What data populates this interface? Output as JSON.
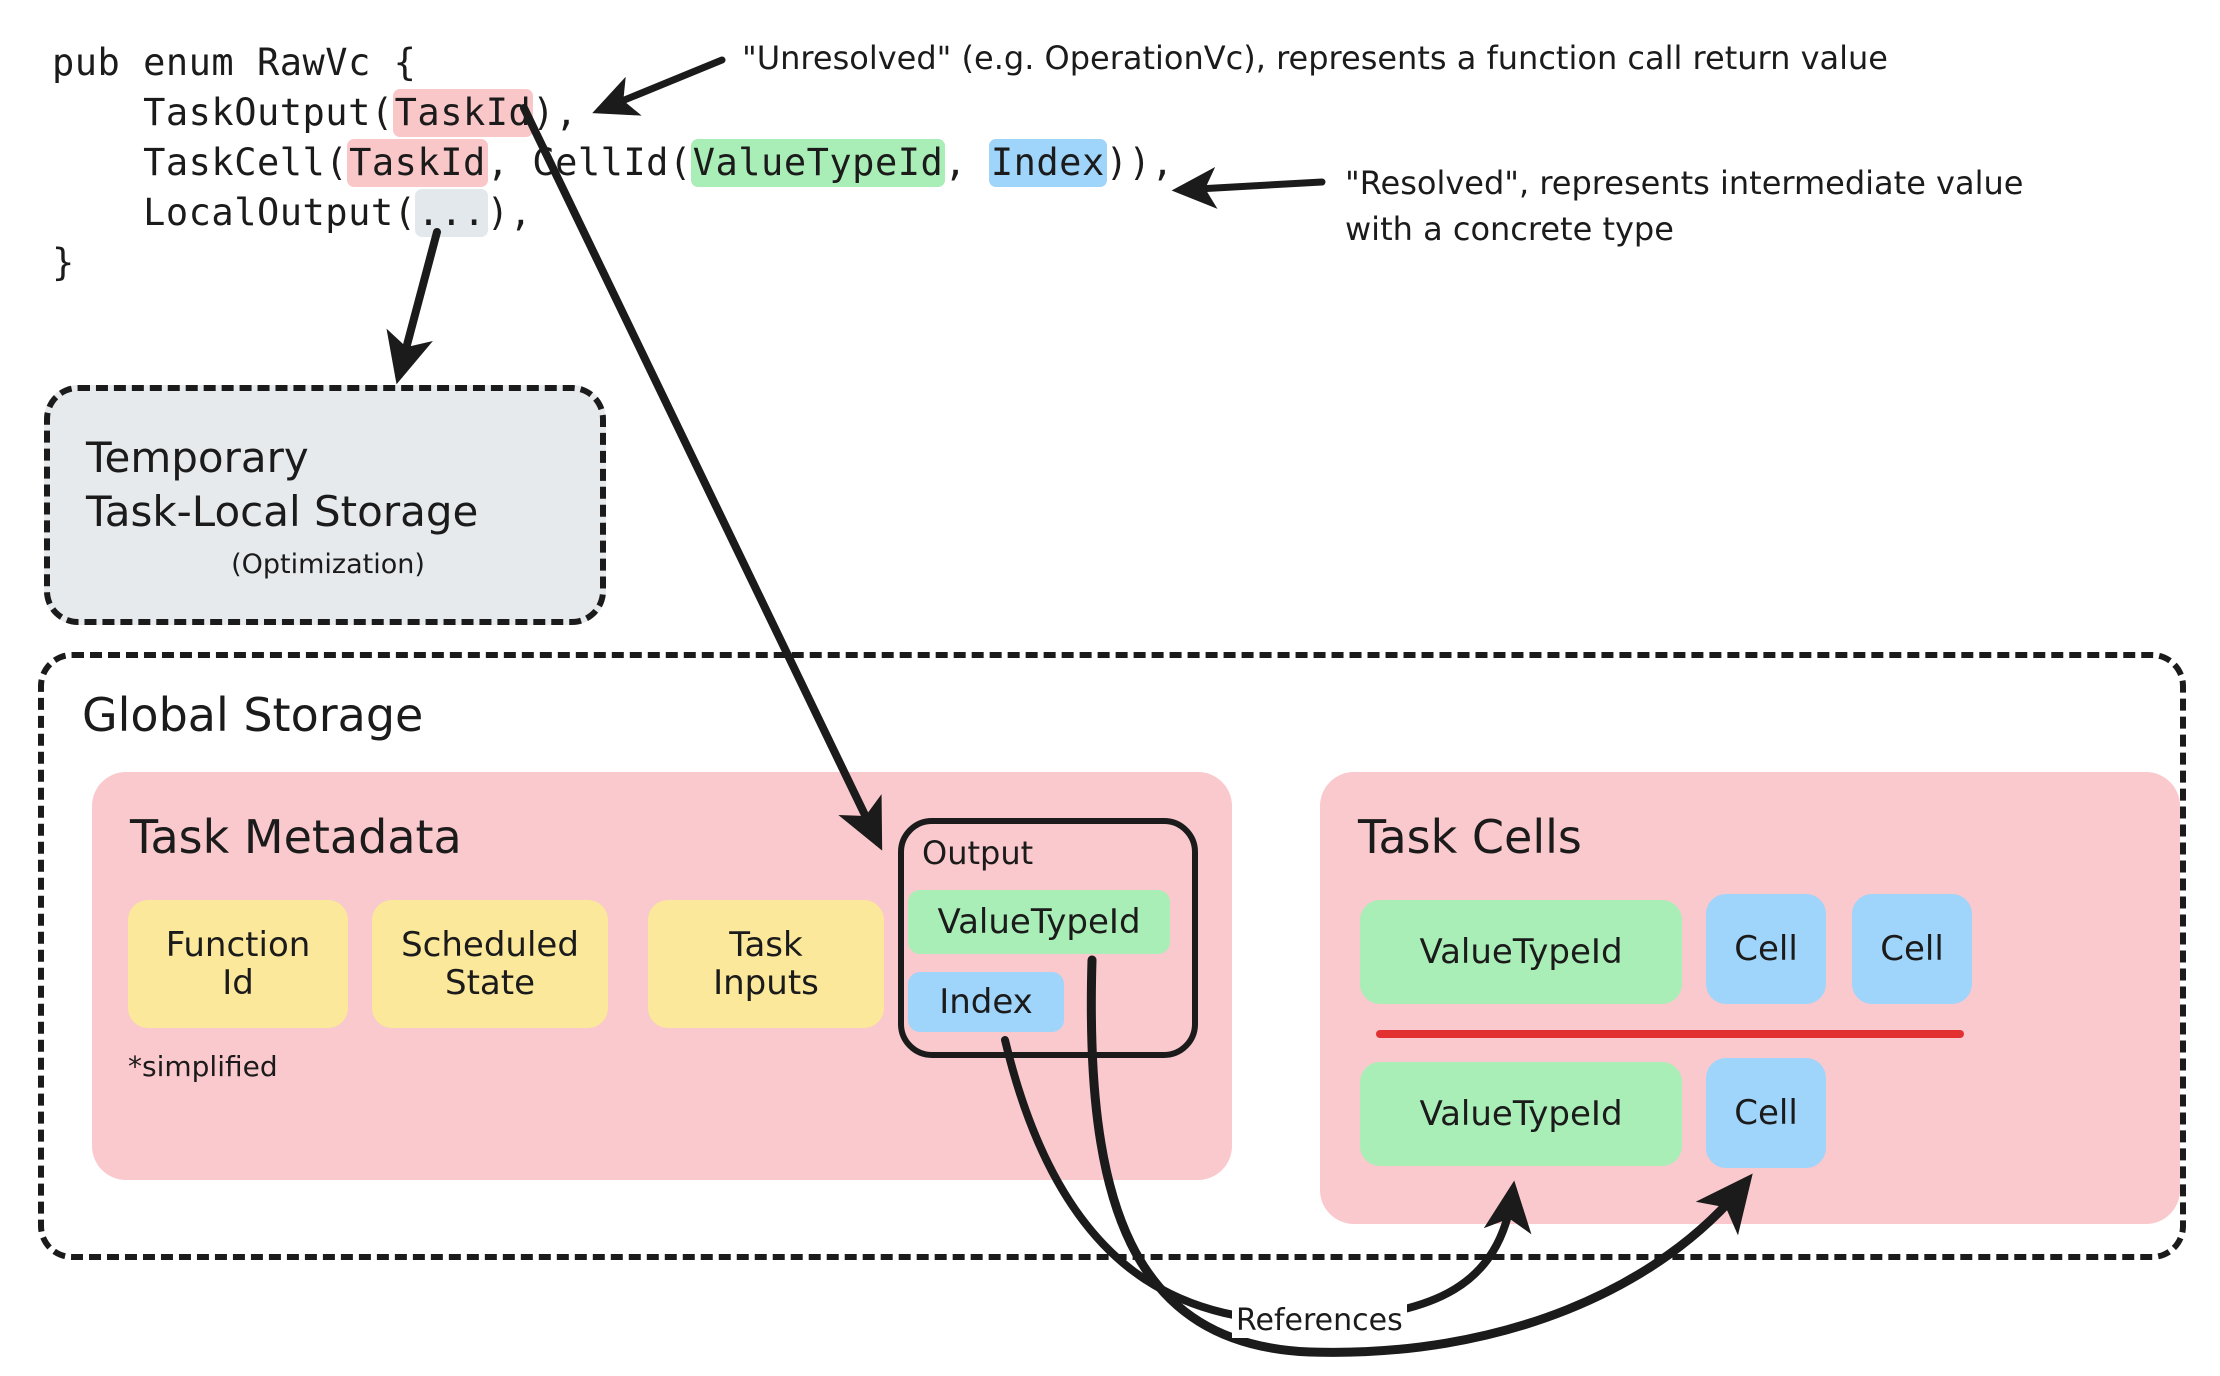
{
  "code": {
    "lines": [
      {
        "segments": [
          {
            "text": "pub enum RawVc {",
            "hl": "none"
          }
        ]
      },
      {
        "segments": [
          {
            "text": "    TaskOutput(",
            "hl": "none"
          },
          {
            "text": "TaskId",
            "hl": "pink"
          },
          {
            "text": "),",
            "hl": "none"
          }
        ]
      },
      {
        "segments": [
          {
            "text": "    TaskCell(",
            "hl": "none"
          },
          {
            "text": "TaskId",
            "hl": "pink"
          },
          {
            "text": ", CellId(",
            "hl": "none"
          },
          {
            "text": "ValueTypeId",
            "hl": "green"
          },
          {
            "text": ", ",
            "hl": "none"
          },
          {
            "text": "Index",
            "hl": "blue"
          },
          {
            "text": ")),",
            "hl": "none"
          }
        ]
      },
      {
        "segments": [
          {
            "text": "    LocalOutput(",
            "hl": "none"
          },
          {
            "text": "...",
            "hl": "grey"
          },
          {
            "text": "),",
            "hl": "none"
          }
        ]
      },
      {
        "segments": [
          {
            "text": "}",
            "hl": "none"
          }
        ]
      }
    ],
    "line1": "pub enum RawVc {",
    "line5": "}"
  },
  "annotations": {
    "unresolved": "\"Unresolved\" (e.g. OperationVc), represents a function call return value",
    "resolved": "\"Resolved\", represents intermediate value\nwith a concrete type",
    "references": "References"
  },
  "temp_storage": {
    "line1": "Temporary",
    "line2": "Task-Local Storage",
    "subtitle": "(Optimization)"
  },
  "global_storage": {
    "title": "Global Storage",
    "task_metadata": {
      "title": "Task Metadata",
      "note": "*simplified",
      "chips": [
        {
          "label": "Function\nId"
        },
        {
          "label": "Scheduled\nState"
        },
        {
          "label": "Task\nInputs"
        }
      ],
      "output": {
        "label": "Output",
        "value_type_id": "ValueTypeId",
        "index": "Index"
      }
    },
    "task_cells": {
      "title": "Task Cells",
      "rows": [
        {
          "value_type_id": "ValueTypeId",
          "cells": [
            "Cell",
            "Cell"
          ]
        },
        {
          "value_type_id": "ValueTypeId",
          "cells": [
            "Cell"
          ]
        }
      ]
    }
  },
  "colors": {
    "pink_highlight": "#fac7c9",
    "green_highlight": "#a9eeb6",
    "blue_highlight": "#9fd4fb",
    "grey_highlight": "#e3e8ec",
    "panel_pink": "#fac9cd",
    "chip_yellow": "#fbe89a",
    "chip_green": "#a9eeb6",
    "chip_blue": "#9fd4fb",
    "divider_red": "#e33030",
    "temp_storage_bg": "#e6eaed",
    "ink": "#1b1b1b"
  }
}
